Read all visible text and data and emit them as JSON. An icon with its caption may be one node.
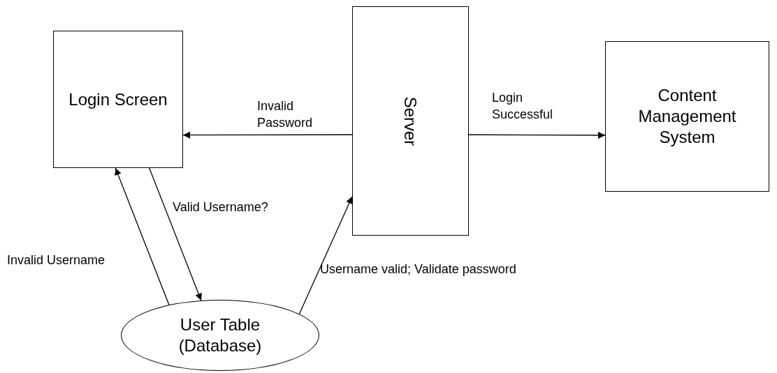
{
  "diagram": {
    "nodes": [
      {
        "text": [
          "Login Screen"
        ]
      },
      {
        "text": [
          "Server"
        ]
      },
      {
        "text": [
          "Content Management System"
        ]
      },
      {
        "text": [
          "User Table (Database)"
        ]
      }
    ],
    "edges": [
      {
        "from": 1,
        "to": 0,
        "arrow": "to",
        "label": "Invalid Password"
      },
      {
        "from": 1,
        "to": 2,
        "arrow": "to",
        "label": "Login Successful"
      },
      {
        "from": 0,
        "to": 3,
        "arrow": "to",
        "label": "Valid Username?"
      },
      {
        "from": 3,
        "to": 0,
        "arrow": "to",
        "label": "Invalid Username"
      },
      {
        "from": 3,
        "to": 1,
        "arrow": "to",
        "label": "Username valid; Validate password"
      }
    ]
  }
}
